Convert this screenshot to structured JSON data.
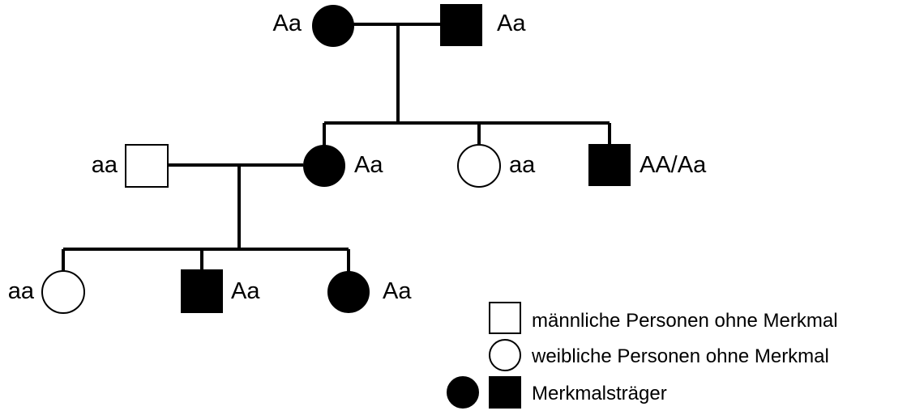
{
  "pedigree": {
    "generation_1": {
      "female": {
        "genotype": "Aa",
        "affected": true
      },
      "male": {
        "genotype": "Aa",
        "affected": true
      }
    },
    "generation_2": {
      "spouse_male": {
        "genotype": "aa",
        "affected": false
      },
      "daughter_1": {
        "genotype": "Aa",
        "affected": true
      },
      "daughter_2": {
        "genotype": "aa",
        "affected": false
      },
      "son": {
        "genotype": "AA/Aa",
        "affected": true
      }
    },
    "generation_3": {
      "daughter_1": {
        "genotype": "aa",
        "affected": false
      },
      "son": {
        "genotype": "Aa",
        "affected": true
      },
      "daughter_2": {
        "genotype": "Aa",
        "affected": true
      }
    }
  },
  "legend": {
    "male_unaffected": "männliche Personen ohne Merkmal",
    "female_unaffected": "weibliche Personen ohne Merkmal",
    "affected": "Merkmalsträger"
  },
  "colors": {
    "affected_fill": "#000000",
    "unaffected_fill": "#ffffff",
    "line": "#000000"
  }
}
